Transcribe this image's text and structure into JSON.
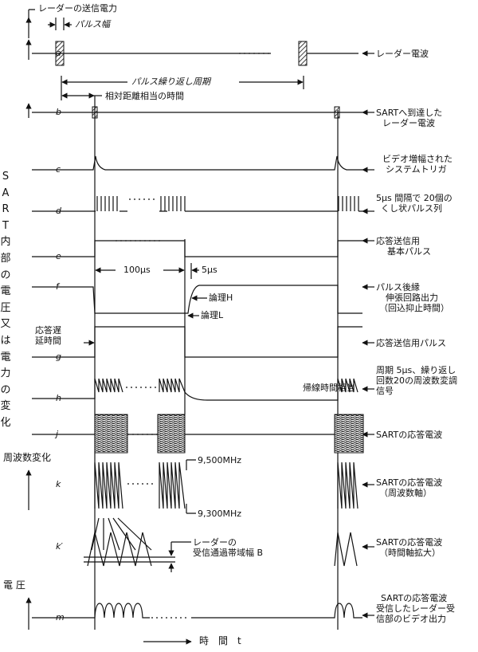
{
  "top_annotations": {
    "tx_power": "レーダーの送信電力",
    "pulse_width": "パルス幅",
    "prf_period": "パルス繰り返し周期",
    "range_time": "相対距離相当の時間"
  },
  "rows": [
    {
      "id": "a",
      "label": "a",
      "desc": [
        "レーダー電波"
      ]
    },
    {
      "id": "b",
      "label": "b",
      "desc": [
        "SARTへ到達した",
        "レーダー電波"
      ]
    },
    {
      "id": "c",
      "label": "c",
      "desc": [
        "ビデオ増幅された",
        "システムトリガ"
      ]
    },
    {
      "id": "d",
      "label": "d",
      "desc": [
        "5μs 間隔で 20個の",
        "くし状パルス列"
      ]
    },
    {
      "id": "e",
      "label": "e",
      "desc": [
        "応答送信用",
        "基本パルス"
      ]
    },
    {
      "id": "f",
      "label": "f",
      "desc": [
        "パルス後縁",
        "伸張回路出力",
        "（回込抑止時間）"
      ]
    },
    {
      "id": "g",
      "label": "g",
      "desc": [
        "応答送信用パルス"
      ]
    },
    {
      "id": "h",
      "label": "h",
      "desc": [
        "周期 5μs、繰り返し",
        "回数20の周波数変調",
        "信号"
      ]
    },
    {
      "id": "j",
      "label": "j",
      "desc": [
        "SARTの応答電波"
      ]
    },
    {
      "id": "k",
      "label": "k",
      "desc": [
        "SARTの応答電波",
        "（周波数軸）"
      ]
    },
    {
      "id": "k2",
      "label": "k′",
      "desc": [
        "SARTの応答電波",
        "（時間軸拡大）"
      ]
    },
    {
      "id": "m",
      "label": "m",
      "desc": [
        "SARTの応答電波",
        "受信したレーダー受",
        "信部のビデオ出力"
      ]
    }
  ],
  "side_label": "SART内部の電圧又は電力の変化",
  "freq_axis_label": "周波数変化",
  "volt_axis_label": "電 圧",
  "annotations": {
    "t100": "100μs",
    "t5": "5μs",
    "logic_h": "論理H",
    "logic_l": "論理L",
    "delay": [
      "応答遅",
      "延時間"
    ],
    "flyback": "帰線時間相当",
    "f_high": "9,500MHz",
    "f_low": "9,300MHz",
    "bandwidth": [
      "レーダーの",
      "受信通過帯域幅 B"
    ]
  },
  "time_axis": "時　間　t"
}
